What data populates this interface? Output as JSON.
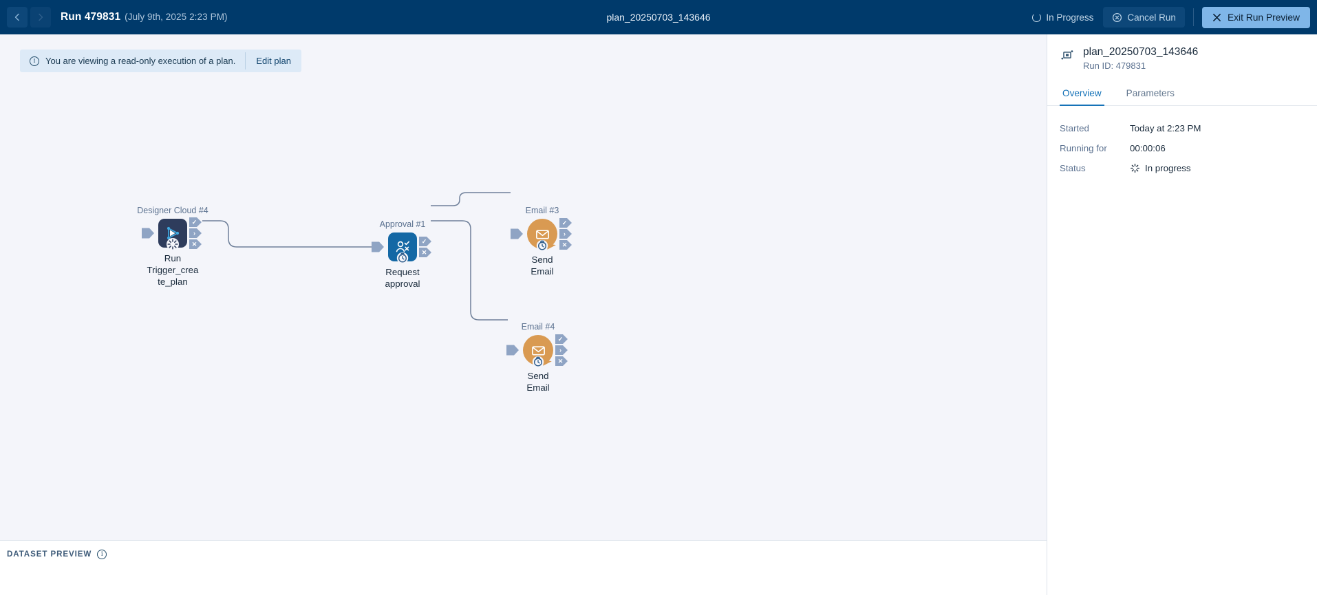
{
  "topbar": {
    "back_icon": "chevron-left-icon",
    "forward_icon": "chevron-right-icon",
    "run_title": "Run 479831",
    "run_date": "(July 9th, 2025 2:23 PM)",
    "plan_title": "plan_20250703_143646",
    "status_label": "In Progress",
    "cancel_label": "Cancel Run",
    "exit_label": "Exit Run Preview",
    "bg_color": "#003A6B",
    "exit_btn_color": "#7FB6E8"
  },
  "banner": {
    "icon": "info-icon",
    "message": "You are viewing a read-only execution of a plan.",
    "action_label": "Edit plan",
    "bg_color": "#DDEAF7"
  },
  "canvas": {
    "bg_color": "#F4F5FA",
    "nodes": [
      {
        "caption": "Designer Cloud #4",
        "label": "Run\nTrigger_crea\nte_plan",
        "icon": "designer-cloud-run-icon",
        "shape": "rounded-square",
        "color": "#2E3C5C",
        "badge": "loading-spinner-badge",
        "ports": [
          "check",
          "chevron",
          "cross"
        ]
      },
      {
        "caption": "Approval #1",
        "label": "Request\napproval",
        "icon": "user-approval-icon",
        "shape": "rounded-square",
        "color": "#1468A5",
        "badge": "clock-badge",
        "ports": [
          "check",
          "cross"
        ]
      },
      {
        "caption": "Email #3",
        "label": "Send Email",
        "icon": "envelope-icon",
        "shape": "speech-bubble",
        "color": "#D99A52",
        "badge": "clock-badge",
        "ports": [
          "check",
          "chevron",
          "cross"
        ]
      },
      {
        "caption": "Email #4",
        "label": "Send Email",
        "icon": "envelope-icon",
        "shape": "speech-bubble",
        "color": "#D99A52",
        "badge": "clock-badge",
        "ports": [
          "check",
          "chevron",
          "cross"
        ]
      }
    ]
  },
  "bottombar": {
    "label": "DATASET PREVIEW",
    "icon": "info-icon"
  },
  "rightpanel": {
    "icon": "plan-node-icon",
    "title": "plan_20250703_143646",
    "subtitle": "Run ID: 479831",
    "tabs": [
      {
        "label": "Overview",
        "active": true
      },
      {
        "label": "Parameters",
        "active": false
      }
    ],
    "rows": [
      {
        "key": "Started",
        "value": "Today at 2:23 PM",
        "icon": ""
      },
      {
        "key": "Running for",
        "value": "00:00:06",
        "icon": ""
      },
      {
        "key": "Status",
        "value": "In progress",
        "icon": "spinner-icon"
      }
    ],
    "accent_color": "#1673B8"
  }
}
